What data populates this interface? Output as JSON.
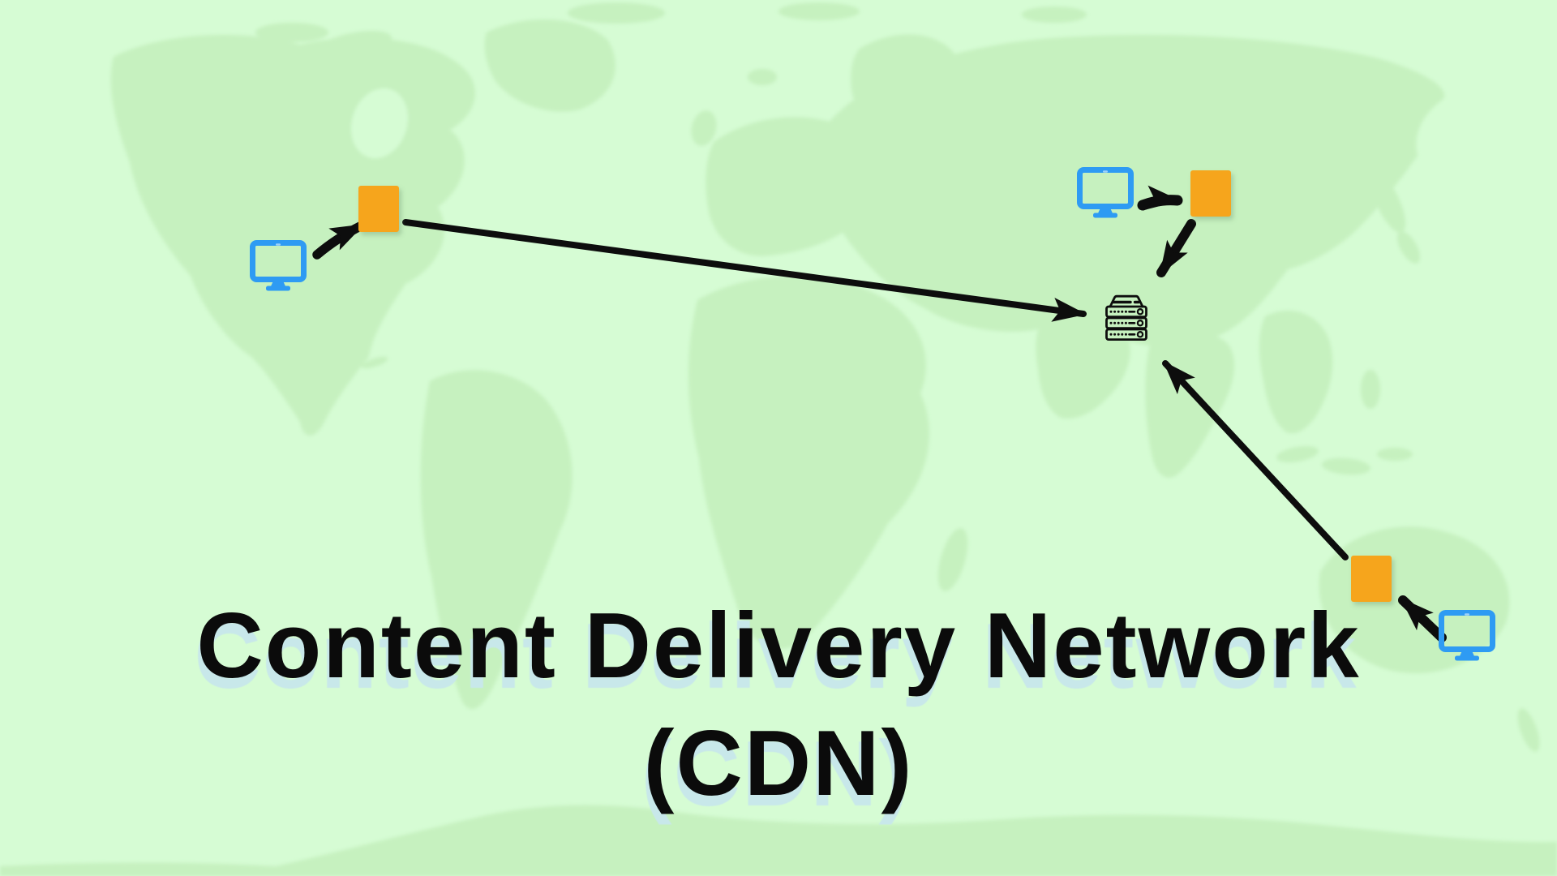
{
  "title": {
    "line1": "Content Delivery Network",
    "line2": "(CDN)"
  },
  "colors": {
    "bg": "#d6fcd4",
    "land": "#c6f1bf",
    "ink": "#0d0d0d",
    "client_blue": "#2e9bf3",
    "client_blue_light": "#9ed2fa",
    "edge_orange": "#f6a51f",
    "title_color": "#0b0b0b",
    "title_shadow": "#c8e8ea"
  },
  "diagram": {
    "background": "stylized world map",
    "origin_server": {
      "id": "origin-server",
      "icon": "server-rack-icon",
      "region": "middle-east-asia"
    },
    "edge_nodes": [
      {
        "id": "edge-node-us",
        "icon": "edge-server-square",
        "region": "north-america"
      },
      {
        "id": "edge-node-asia",
        "icon": "edge-server-square",
        "region": "east-asia"
      },
      {
        "id": "edge-node-australia",
        "icon": "edge-server-square",
        "region": "australia"
      }
    ],
    "clients": [
      {
        "id": "client-us",
        "icon": "monitor-icon",
        "region": "north-america"
      },
      {
        "id": "client-asia",
        "icon": "monitor-icon",
        "region": "east-asia"
      },
      {
        "id": "client-australia",
        "icon": "monitor-icon",
        "region": "australia"
      }
    ],
    "arrows": [
      {
        "from": "client-us",
        "to": "edge-node-us"
      },
      {
        "from": "edge-node-us",
        "to": "origin-server"
      },
      {
        "from": "client-asia",
        "to": "edge-node-asia"
      },
      {
        "from": "edge-node-asia",
        "to": "origin-server"
      },
      {
        "from": "client-australia",
        "to": "edge-node-australia"
      },
      {
        "from": "edge-node-australia",
        "to": "origin-server"
      }
    ]
  }
}
